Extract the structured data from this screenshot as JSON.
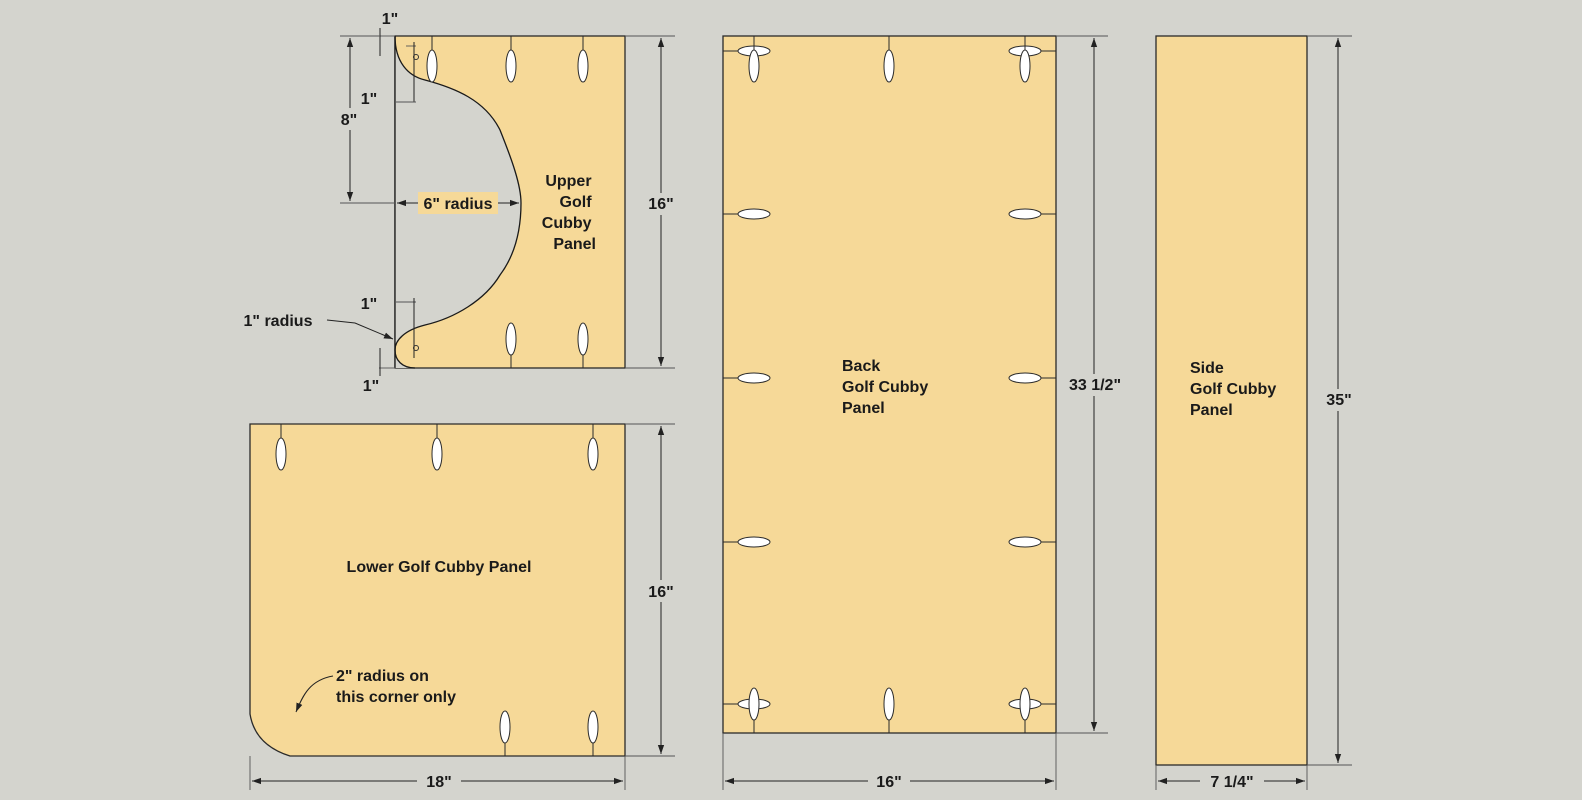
{
  "panels": {
    "upper": {
      "name_lines": [
        "Upper",
        "Golf",
        "Cubby",
        "Panel"
      ]
    },
    "lower": {
      "name": "Lower Golf Cubby Panel"
    },
    "back": {
      "name_lines": [
        "Back",
        "Golf Cubby",
        "Panel"
      ]
    },
    "side": {
      "name_lines": [
        "Side",
        "Golf Cubby",
        "Panel"
      ]
    }
  },
  "dimensions": {
    "upper_height": "16\"",
    "upper_top_offset": "1\"",
    "upper_second_offset": "1\"",
    "upper_curve_drop": "8\"",
    "upper_curve_radius": "6\" radius",
    "upper_lower_offset": "1\"",
    "upper_small_radius": "1\" radius",
    "upper_bottom_offset": "1\"",
    "lower_height": "16\"",
    "lower_width": "18\"",
    "lower_corner_note": [
      "2\" radius on",
      "this corner only"
    ],
    "back_height": "33 1/2\"",
    "back_width": "16\"",
    "side_height": "35\"",
    "side_width": "7 1/4\""
  },
  "colors": {
    "background": "#d4d4ce",
    "panel": "#f6d998",
    "line": "#2a2a2a"
  }
}
